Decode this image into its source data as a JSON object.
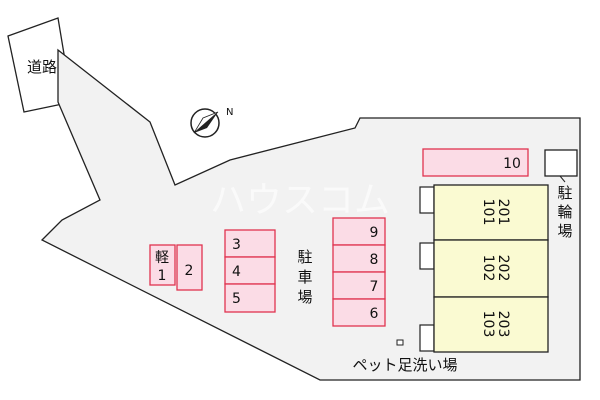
{
  "road": {
    "label": "道路"
  },
  "compass": {
    "north_letter": "N"
  },
  "watermark": "ハウスコム",
  "parking": {
    "label_chars": [
      "駐",
      "車",
      "場"
    ],
    "kei": {
      "top": "軽",
      "bottom": "1"
    },
    "spaces": [
      "2",
      "3",
      "4",
      "5",
      "9",
      "8",
      "7",
      "6",
      "10"
    ]
  },
  "bicycle_parking": {
    "label_chars": [
      "駐",
      "輪",
      "場"
    ]
  },
  "building": {
    "units": [
      {
        "upper": "201",
        "lower": "101"
      },
      {
        "upper": "202",
        "lower": "102"
      },
      {
        "upper": "203",
        "lower": "103"
      }
    ]
  },
  "pet_wash": {
    "label": "ペット足洗い場"
  },
  "colors": {
    "lot": "#f2f2f2",
    "parking_fill": "#fbdce6",
    "parking_stroke": "#e0344f",
    "building_fill": "#fafad2",
    "outline": "#222222"
  }
}
